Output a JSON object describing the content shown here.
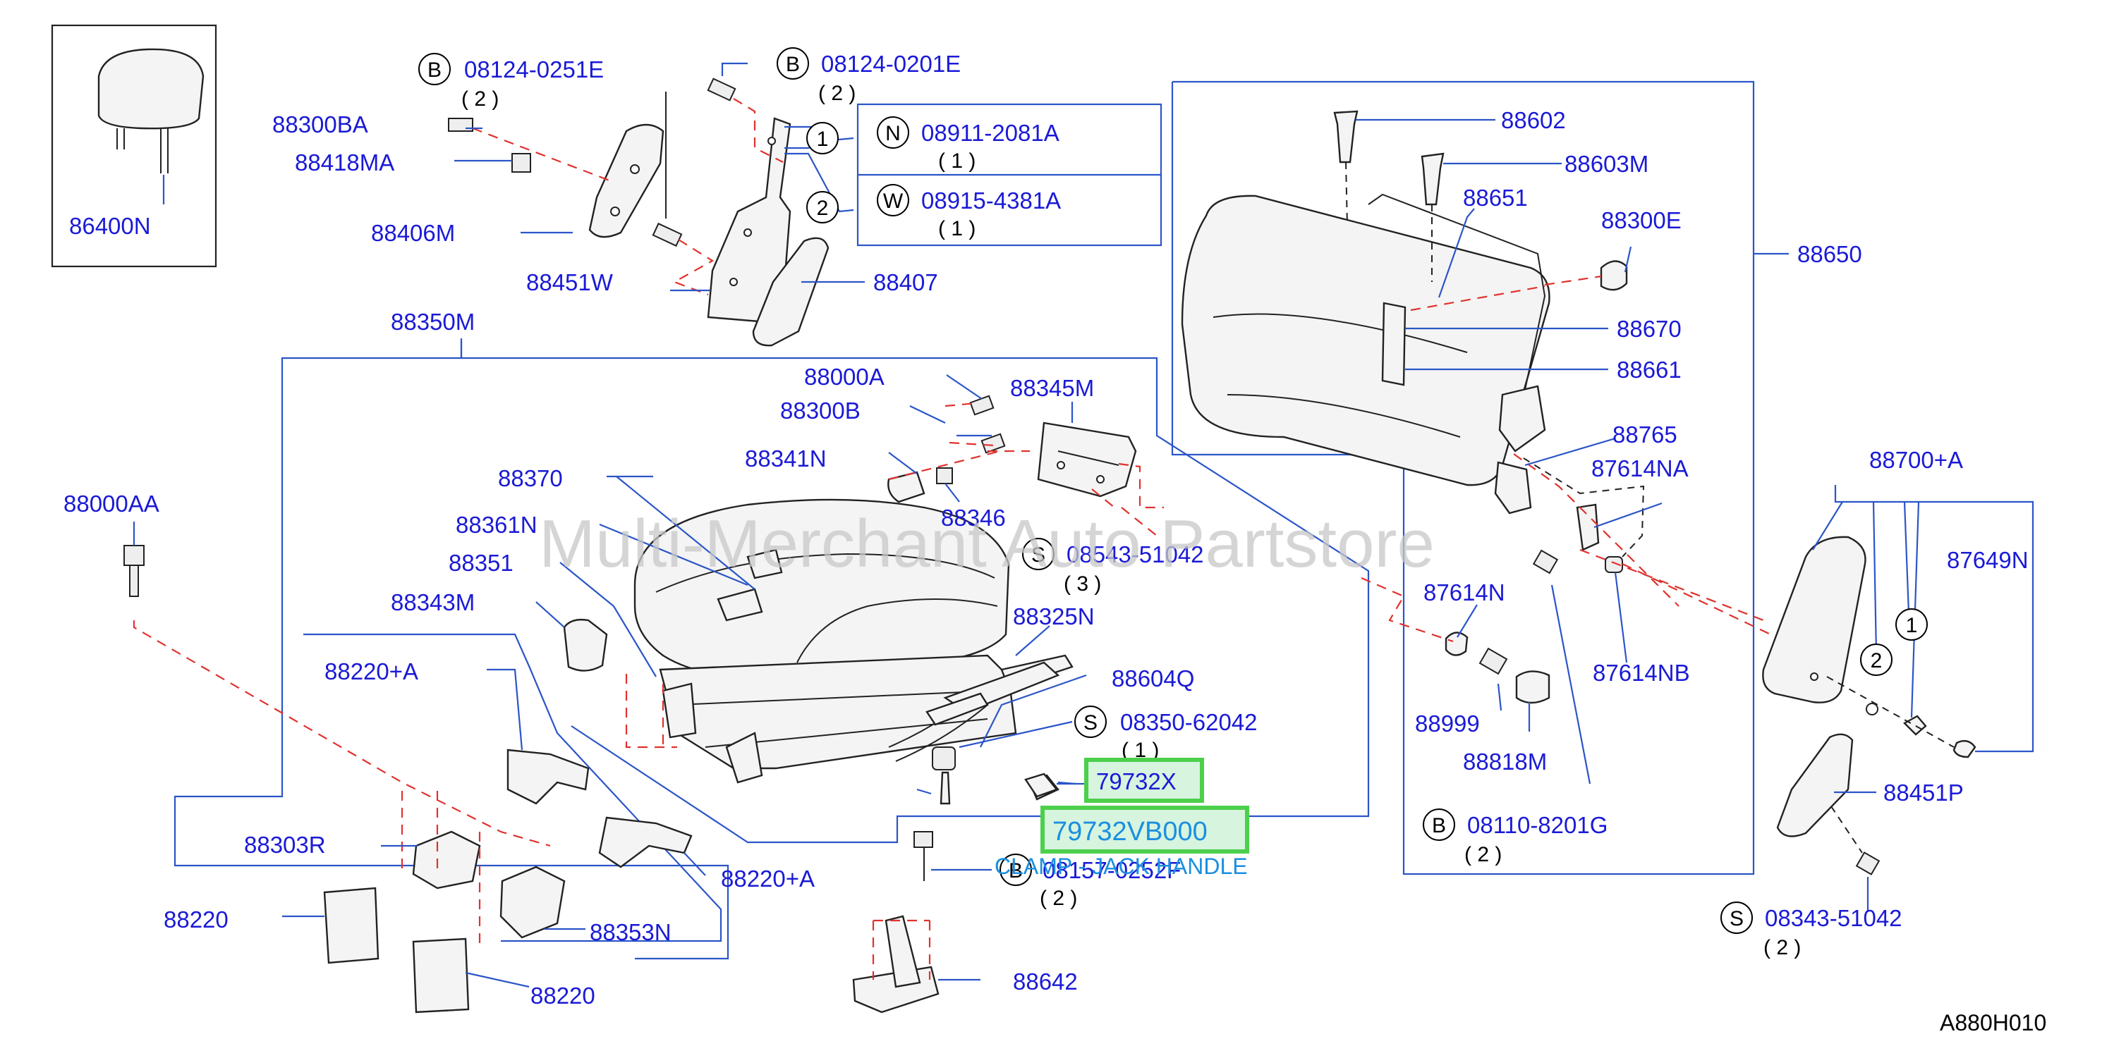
{
  "watermark": "Multi-Merchant Auto Partstore",
  "diagram_code": "A880H010",
  "highlight": {
    "part_79732X": "79732X",
    "part_79732VB000": "79732VB000",
    "description": "CLAMP - JACK HANDLE"
  },
  "labels": {
    "p86400N": "86400N",
    "p88300BA": "88300BA",
    "p88418MA": "88418MA",
    "p88406M": "88406M",
    "p88451W": "88451W",
    "p88407": "88407",
    "p88350M": "88350M",
    "p88000A": "88000A",
    "p88300B": "88300B",
    "p88345M": "88345M",
    "p88341N": "88341N",
    "p88346": "88346",
    "p88370": "88370",
    "p88361N": "88361N",
    "p88351": "88351",
    "p88343M": "88343M",
    "p88325N": "88325N",
    "p88604Q": "88604Q",
    "p88220A1": "88220+A",
    "p88220A2": "88220+A",
    "p88303R": "88303R",
    "p88220_1": "88220",
    "p88220_2": "88220",
    "p88353N": "88353N",
    "p88000AA": "88000AA",
    "p88642": "88642",
    "p88602": "88602",
    "p88603M": "88603M",
    "p88651": "88651",
    "p88300E": "88300E",
    "p88650": "88650",
    "p88670": "88670",
    "p88661": "88661",
    "p88765": "88765",
    "p87614NA": "87614NA",
    "p87614N": "87614N",
    "p87614NB": "87614NB",
    "p88999": "88999",
    "p88818M": "88818M",
    "p88700A": "88700+A",
    "p87649N": "87649N",
    "p88451P": "88451P"
  },
  "fasteners": {
    "f1": {
      "prefix": "B",
      "number": "08124-0251E",
      "qty": "( 2 )"
    },
    "f2": {
      "prefix": "B",
      "number": "08124-0201E",
      "qty": "( 2 )"
    },
    "f3": {
      "index": "1",
      "prefix": "N",
      "number": "08911-2081A",
      "qty": "( 1 )"
    },
    "f4": {
      "index": "2",
      "prefix": "W",
      "number": "08915-4381A",
      "qty": "( 1 )"
    },
    "f5": {
      "prefix": "S",
      "number": "08543-51042",
      "qty": "( 3 )"
    },
    "f6": {
      "prefix": "S",
      "number": "08350-62042",
      "qty": "( 1 )"
    },
    "f7": {
      "prefix": "B",
      "number": "08157-0252F",
      "qty": "( 2 )"
    },
    "f8": {
      "prefix": "B",
      "number": "08110-8201G",
      "qty": "( 2 )"
    },
    "f9": {
      "prefix": "S",
      "number": "08343-51042",
      "qty": "( 2 )"
    }
  },
  "callouts": {
    "c1": "1",
    "c2": "2"
  },
  "colors": {
    "label": "#1a1ad6",
    "leader": "#2b55c8",
    "hidden_line": "#e0322e",
    "highlight_border": "#4cd04c",
    "highlight_fill": "#d7f4df",
    "description": "#1a8fe0"
  }
}
